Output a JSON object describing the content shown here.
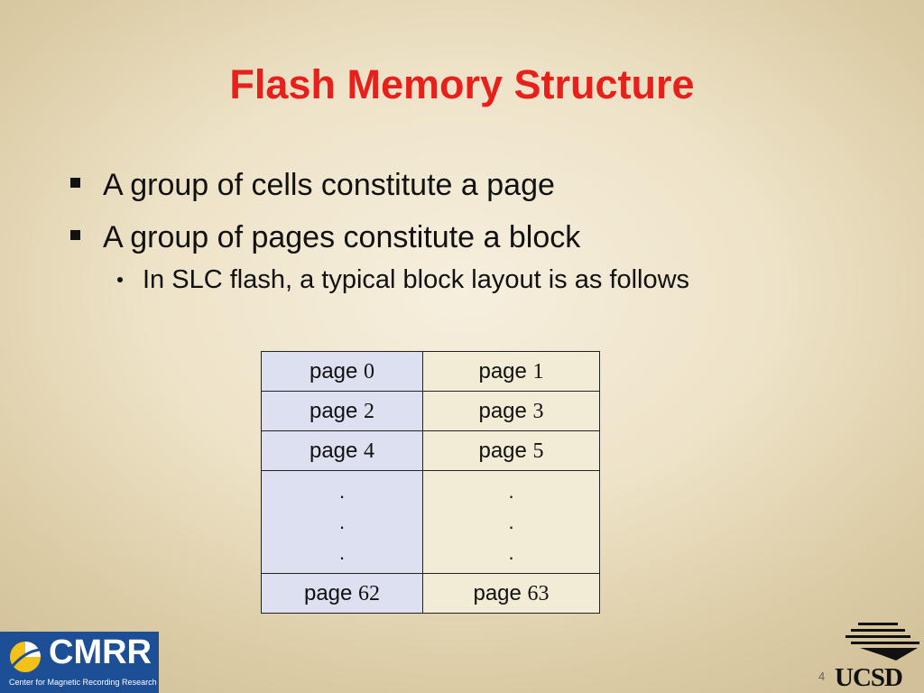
{
  "slide": {
    "title": "Flash Memory Structure",
    "bullets": [
      "A group of cells constitute a page",
      "A group of pages constitute a block"
    ],
    "sub_bullet": "In SLC flash, a typical block layout is as follows",
    "page_number": "4"
  },
  "table": {
    "word": "page",
    "rows": [
      [
        "0",
        "1"
      ],
      [
        "2",
        "3"
      ],
      [
        "4",
        "5"
      ]
    ],
    "ellipsis": ".",
    "last_row": [
      "62",
      "63"
    ]
  },
  "logos": {
    "cmrr": {
      "text": "CMRR",
      "subtitle": "Center for Magnetic Recording Research",
      "color": "#1d4f96"
    },
    "ucsd": {
      "text": "UCSD"
    }
  },
  "colors": {
    "title": "#e8201c",
    "left_column": "#dde0f0",
    "right_column": "#f2ebd5"
  }
}
